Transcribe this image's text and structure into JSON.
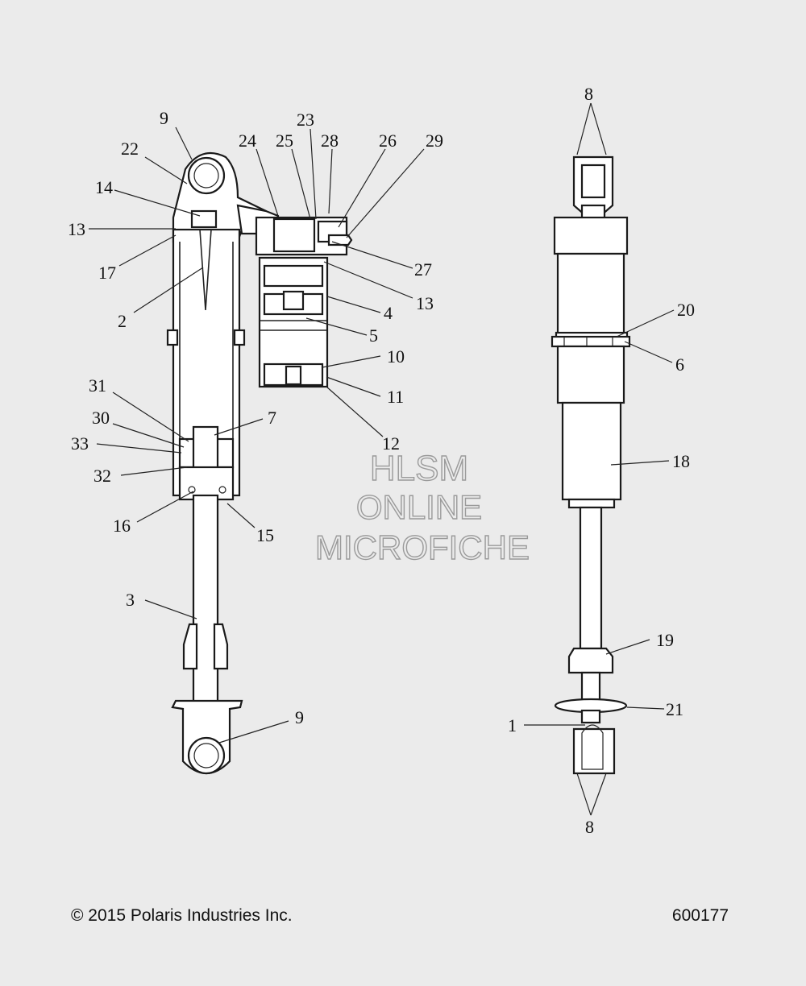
{
  "callouts": [
    "9",
    "22",
    "14",
    "13",
    "17",
    "2",
    "24",
    "25",
    "23",
    "28",
    "26",
    "29",
    "27",
    "13",
    "4",
    "5",
    "10",
    "11",
    "12",
    "31",
    "30",
    "7",
    "33",
    "32",
    "16",
    "15",
    "3",
    "9",
    "8",
    "20",
    "6",
    "18",
    "19",
    "21",
    "1",
    "8"
  ],
  "watermark": [
    "HLSM",
    "ONLINE",
    "MICROFICHE"
  ],
  "footer": {
    "copyright": "© 2015 Polaris Industries Inc.",
    "diagram_number": "600177"
  }
}
